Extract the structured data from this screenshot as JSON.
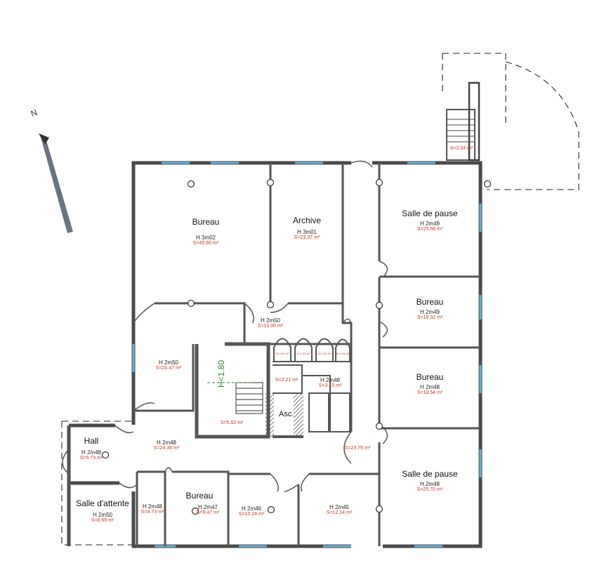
{
  "compass": {
    "north": "N"
  },
  "rooms": {
    "bureau_nw": {
      "name": "Bureau",
      "height": "H 3m02",
      "surface": "S=45.60 m²"
    },
    "archive": {
      "name": "Archive",
      "height": "H 3m01",
      "surface": "S=23.37 m²"
    },
    "salle_pause_ne": {
      "name": "Salle de pause",
      "height": "H 2m49",
      "surface": "S=25.58 m²"
    },
    "bureau_e1": {
      "name": "Bureau",
      "height": "H 2m49",
      "surface": "S=16.32 m²"
    },
    "bureau_e2": {
      "name": "Bureau",
      "height": "H 2m48",
      "surface": "S=18.54 m²"
    },
    "salle_pause_se": {
      "name": "Salle de pause",
      "height": "H 2m48",
      "surface": "S=25.70 m²"
    },
    "central_n": {
      "height": "H 2m50",
      "surface": "S=10.00 m²"
    },
    "west_room": {
      "height": "H 2m50",
      "surface": "S=20.47 m²"
    },
    "stair": {
      "surface": "S=5.62 m²",
      "height_mark": "H<1.80"
    },
    "wc_a": {
      "surface": "S=2.21 m²"
    },
    "wc_b": {
      "height": "H 2m48",
      "surface": "S=3.15 m²"
    },
    "lift": {
      "name": "Asc."
    },
    "corridor": {
      "height": "H 2m48",
      "surface": "S=24.36 m²"
    },
    "corridor_e": {
      "surface": "S=23.79 m²"
    },
    "hall": {
      "name": "Hall",
      "height": "H 2m48",
      "surface": "S=5.73 m²"
    },
    "salle_attente": {
      "name": "Salle d'attente",
      "height": "H 2m50",
      "surface": "S=8.69 m²"
    },
    "small_s1": {
      "height": "H 2m48",
      "surface": "S=4.73 m²"
    },
    "bureau_s": {
      "name": "Bureau",
      "height": "H 2m47",
      "surface": "S=9.47 m²"
    },
    "room_s3": {
      "height": "H 2m46",
      "surface": "S=10.24 m²"
    },
    "room_s4": {
      "height": "H 2m45",
      "surface": "S=12.14 m²"
    },
    "exterior_ne": {
      "surface": "S=2.04 m²"
    },
    "closets": [
      "S=1.91 m²",
      "S=1.92 m²",
      "S=1.93 m²",
      "S=1.94 m²"
    ]
  },
  "colors": {
    "wall": "#555555",
    "window": "#6aaed6",
    "surface": "#c43a1e",
    "height_mark": "#2e8b2e"
  }
}
